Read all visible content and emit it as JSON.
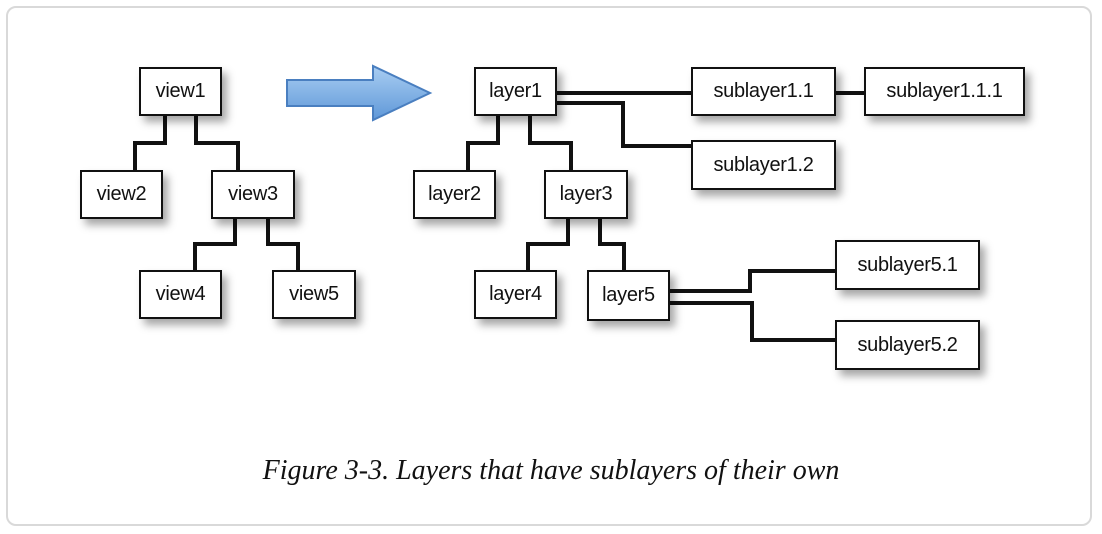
{
  "caption": "Figure 3-3. Layers that have sublayers of their own",
  "view_tree": {
    "view1": "view1",
    "view2": "view2",
    "view3": "view3",
    "view4": "view4",
    "view5": "view5"
  },
  "layer_tree": {
    "layer1": "layer1",
    "layer2": "layer2",
    "layer3": "layer3",
    "layer4": "layer4",
    "layer5": "layer5",
    "sublayer1_1": "sublayer1.1",
    "sublayer1_1_1": "sublayer1.1.1",
    "sublayer1_2": "sublayer1.2",
    "sublayer5_1": "sublayer5.1",
    "sublayer5_2": "sublayer5.2"
  },
  "colors": {
    "arrow_fill": "#7fb2e5",
    "arrow_stroke": "#4a7fc0",
    "line": "#111111"
  },
  "icons": {
    "transform_arrow": "right-arrow-icon"
  }
}
